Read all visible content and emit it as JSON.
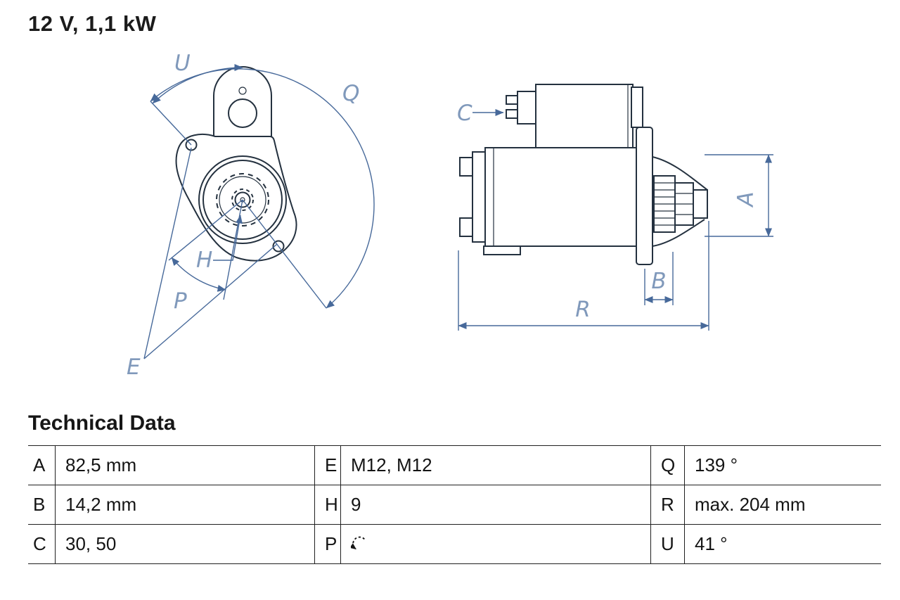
{
  "header": {
    "title": "12 V, 1,1 kW"
  },
  "diagram": {
    "labels": {
      "U": "U",
      "Q": "Q",
      "H": "H",
      "P": "P",
      "E": "E",
      "C": "C",
      "A": "A",
      "B": "B",
      "R": "R"
    }
  },
  "table": {
    "title": "Technical Data",
    "rows": [
      [
        {
          "key": "A",
          "value": "82,5 mm"
        },
        {
          "key": "E",
          "value": "M12, M12"
        },
        {
          "key": "Q",
          "value": "139 °"
        }
      ],
      [
        {
          "key": "B",
          "value": "14,2 mm"
        },
        {
          "key": "H",
          "value": "9"
        },
        {
          "key": "R",
          "value": "max. 204 mm"
        }
      ],
      [
        {
          "key": "C",
          "value": "30, 50"
        },
        {
          "key": "P",
          "value": "",
          "icon": "rotation-ccw"
        },
        {
          "key": "U",
          "value": "41 °"
        }
      ]
    ]
  },
  "colors": {
    "outline": "#24313f",
    "dimension": "#47699a",
    "label": "#8099bb",
    "text": "#141414",
    "border": "#1f1f1f",
    "background": "#ffffff"
  }
}
